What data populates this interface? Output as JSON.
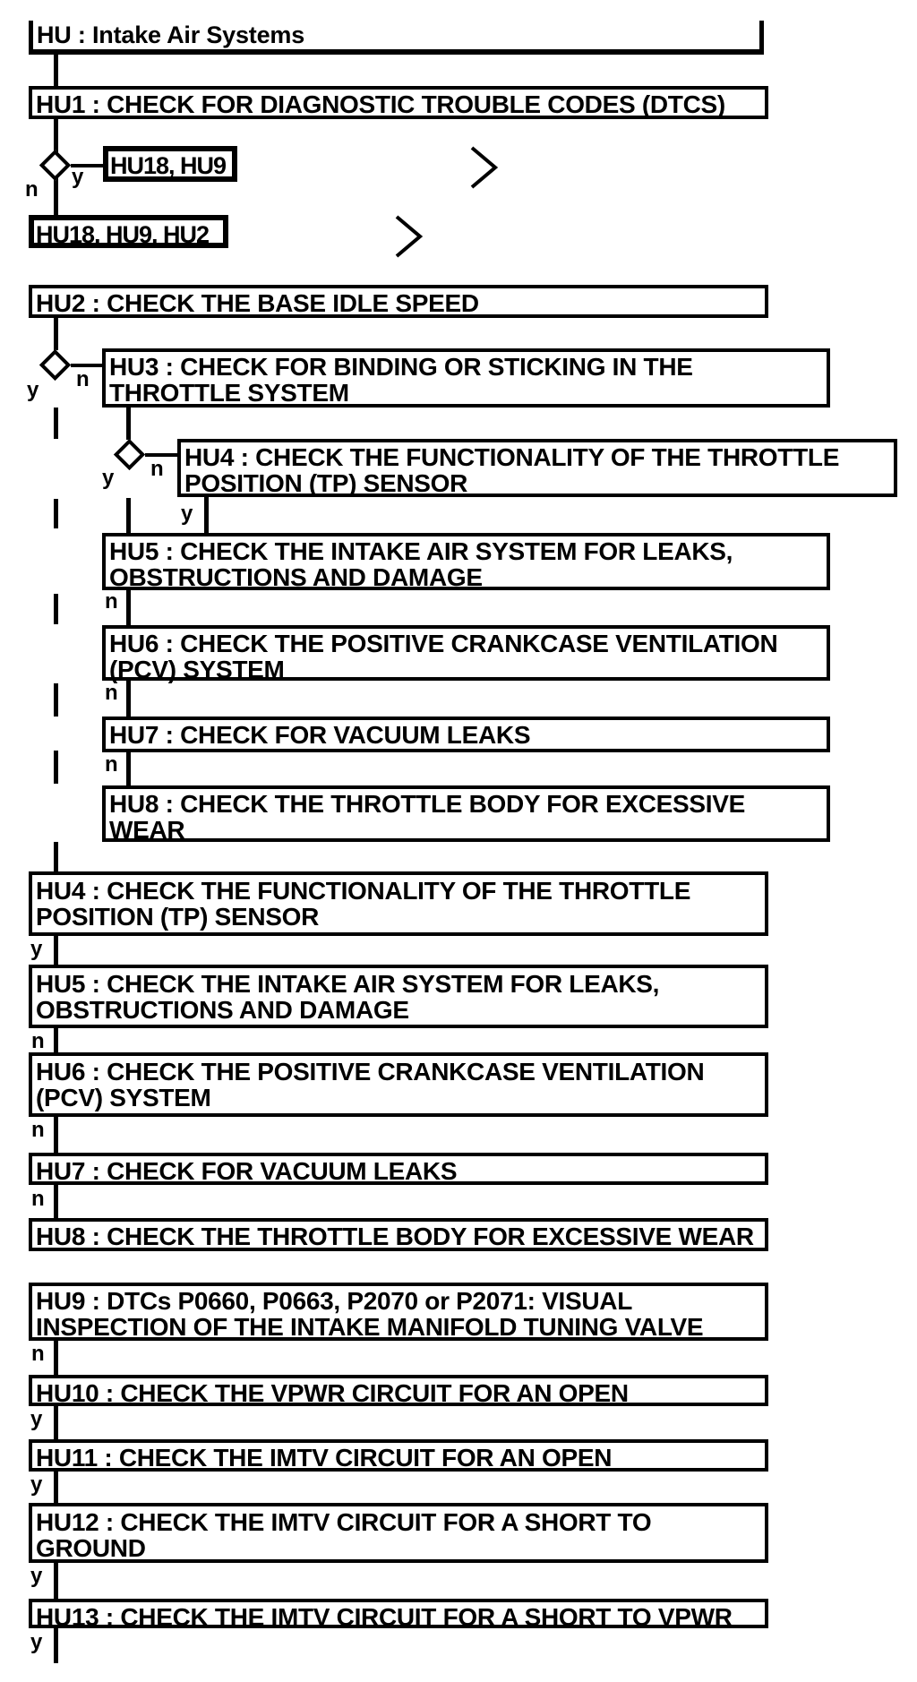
{
  "page": {
    "background": "#ffffff",
    "ink": "#000000"
  },
  "flowchart": {
    "title": "HU : Intake Air Systems",
    "labels": {
      "yes": "y",
      "no": "n"
    },
    "nodes": {
      "hu1": "HU1 : CHECK FOR DIAGNOSTIC TROUBLE CODES (DTCS)",
      "ref_dtc_yes": "HU18, HU9",
      "ref_dtc_no": "HU18, HU9, HU2",
      "hu2": "HU2 : CHECK THE BASE IDLE SPEED",
      "hu3": "HU3 : CHECK FOR BINDING OR STICKING IN THE\nTHROTTLE SYSTEM",
      "hu4_branch": "HU4 : CHECK THE FUNCTIONALITY OF THE THROTTLE\nPOSITION (TP) SENSOR",
      "hu5_branch": "HU5 : CHECK THE INTAKE AIR SYSTEM FOR LEAKS,\nOBSTRUCTIONS AND DAMAGE",
      "hu6_branch": "HU6 : CHECK THE POSITIVE CRANKCASE VENTILATION\n(PCV) SYSTEM",
      "hu7_branch": "HU7 : CHECK FOR VACUUM LEAKS",
      "hu8_branch": "HU8 : CHECK THE THROTTLE BODY FOR EXCESSIVE\nWEAR",
      "hu4_main": "HU4 : CHECK THE FUNCTIONALITY OF THE THROTTLE\nPOSITION (TP) SENSOR",
      "hu5_main": "HU5 : CHECK THE INTAKE AIR SYSTEM FOR LEAKS,\nOBSTRUCTIONS AND DAMAGE",
      "hu6_main": "HU6 : CHECK THE POSITIVE CRANKCASE VENTILATION\n(PCV) SYSTEM",
      "hu7_main": "HU7 : CHECK FOR VACUUM LEAKS",
      "hu8_main": "HU8 : CHECK THE THROTTLE BODY FOR EXCESSIVE WEAR",
      "hu9": "HU9 : DTCs P0660, P0663, P2070 or P2071: VISUAL\nINSPECTION OF THE INTAKE MANIFOLD TUNING VALVE",
      "hu10": "HU10 : CHECK THE VPWR CIRCUIT FOR AN OPEN",
      "hu11": "HU11 : CHECK THE IMTV CIRCUIT FOR AN OPEN",
      "hu12": "HU12 : CHECK THE IMTV CIRCUIT FOR A SHORT TO\nGROUND",
      "hu13": "HU13 : CHECK THE IMTV CIRCUIT FOR A SHORT TO VPWR"
    }
  }
}
